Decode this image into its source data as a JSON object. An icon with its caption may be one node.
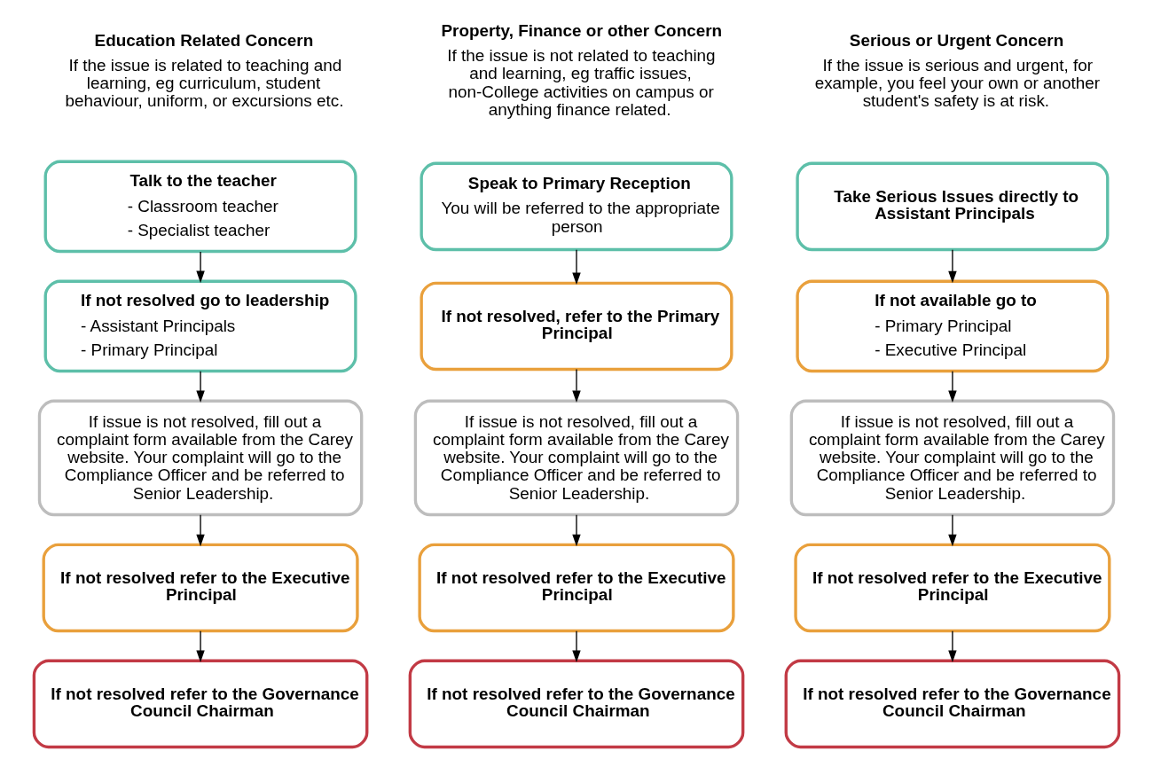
{
  "diagram": {
    "nodes": [
      {
        "text": [
          "Talk to the teacher",
          "- Classroom teacher",
          "- Specialist teacher"
        ]
      },
      {
        "text": [
          "If not resolved go to leadership",
          "- Assistant Principals",
          "- Primary Principal"
        ]
      },
      {
        "text": [
          "If issue is not resolved, fill out a complaint form available from the Carey website. Your complaint will go to the Compliance Officer and be referred to Senior Leadership."
        ]
      },
      {
        "text": [
          "If not resolved refer to the Executive Principal"
        ]
      },
      {
        "text": [
          "If not resolved refer to the Governance Council Chairman"
        ]
      },
      {
        "text": [
          "Speak to Primary Reception",
          "You will be referred to the appropriate person"
        ]
      },
      {
        "text": [
          "If not resolved, refer to the Primary Principal"
        ]
      },
      {
        "text": [
          "If issue is not resolved, fill out a complaint form available from the Carey website. Your complaint will go to the Compliance Officer and be referred to Senior Leadership."
        ]
      },
      {
        "text": [
          "If not resolved refer to the Executive Principal"
        ]
      },
      {
        "text": [
          "If not resolved refer to the Governance Council Chairman"
        ]
      },
      {
        "text": [
          "Take Serious Issues directly to Assistant Principals"
        ]
      },
      {
        "text": [
          "If not available go to",
          "- Primary Principal",
          "- Executive Principal"
        ]
      },
      {
        "text": [
          "If issue is not resolved, fill out a complaint form available from the Carey website. Your complaint will go to the Compliance Officer and be referred to Senior Leadership."
        ]
      },
      {
        "text": [
          "If not resolved refer to the Executive Principal"
        ]
      },
      {
        "text": [
          "If not resolved refer to the Governance Council Chairman"
        ]
      }
    ],
    "edges": [
      {
        "from": 0,
        "to": 1,
        "arrow": "to"
      },
      {
        "from": 1,
        "to": 2,
        "arrow": "to"
      },
      {
        "from": 2,
        "to": 3,
        "arrow": "to"
      },
      {
        "from": 3,
        "to": 4,
        "arrow": "to"
      },
      {
        "from": 5,
        "to": 6,
        "arrow": "to"
      },
      {
        "from": 6,
        "to": 7,
        "arrow": "to"
      },
      {
        "from": 7,
        "to": 8,
        "arrow": "to"
      },
      {
        "from": 8,
        "to": 9,
        "arrow": "to"
      },
      {
        "from": 10,
        "to": 11,
        "arrow": "to"
      },
      {
        "from": 11,
        "to": 12,
        "arrow": "to"
      },
      {
        "from": 12,
        "to": 13,
        "arrow": "to"
      },
      {
        "from": 13,
        "to": 14,
        "arrow": "to"
      }
    ],
    "labels": [
      "Education Related Concern",
      "If the issue is related to teaching and learning, eg curriculum, student behaviour, uniform, or excursions etc.",
      "Property, Finance or other Concern",
      "If the issue is not related to teaching and learning, eg traffic issues, non-College activities on campus or anything finance related.",
      "Serious or Urgent Concern",
      "If the issue is serious and urgent, for example, you feel your own or another student's safety is at risk."
    ]
  }
}
